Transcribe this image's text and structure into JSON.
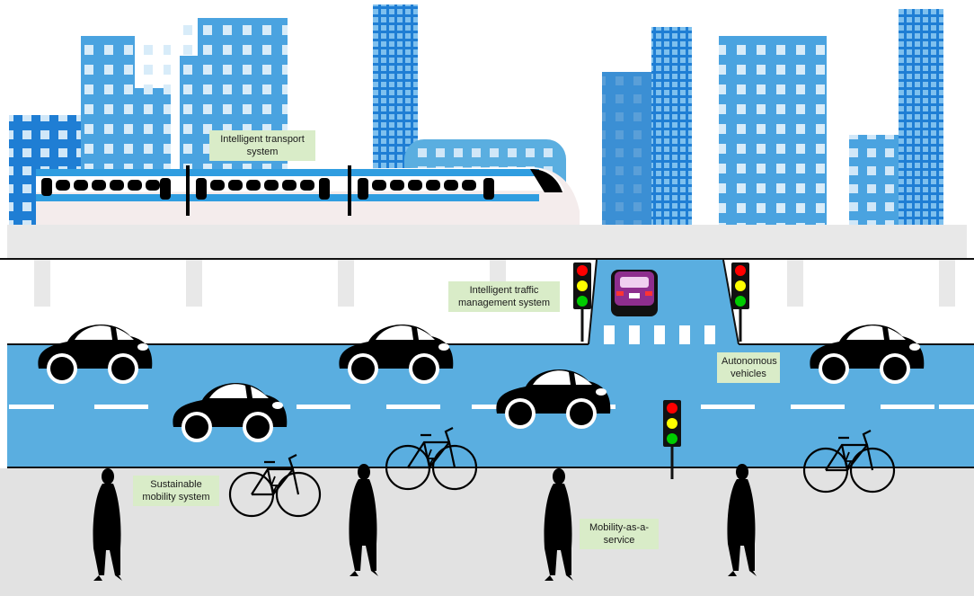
{
  "labels": {
    "its": {
      "line1": "Intelligent transport",
      "line2": "system"
    },
    "itms": {
      "line1": "Intelligent traffic",
      "line2": "management system"
    },
    "av": {
      "line1": "Autonomous",
      "line2": "vehicles"
    },
    "sms": {
      "line1": "Sustainable",
      "line2": "mobility system"
    },
    "maas": {
      "line1": "Mobility-as-a-",
      "line2": "service"
    }
  },
  "colors": {
    "building_light": "#4aa3e0",
    "building_mid": "#3b8fd4",
    "building_dark": "#1f6fc4",
    "road": "#5aaee0",
    "viaduct": "#e8e8e8",
    "sidewalk": "#e2e2e2",
    "label_bg": "#d9ecc8",
    "traffic_red": "#ff0000",
    "traffic_yellow": "#ffff00",
    "traffic_green": "#00cc00",
    "autonomous_car": "#8e2e8e"
  },
  "icons": [
    "building-icon",
    "train-icon",
    "car-icon",
    "bicycle-icon",
    "traffic-light-icon",
    "pedestrian-icon"
  ]
}
